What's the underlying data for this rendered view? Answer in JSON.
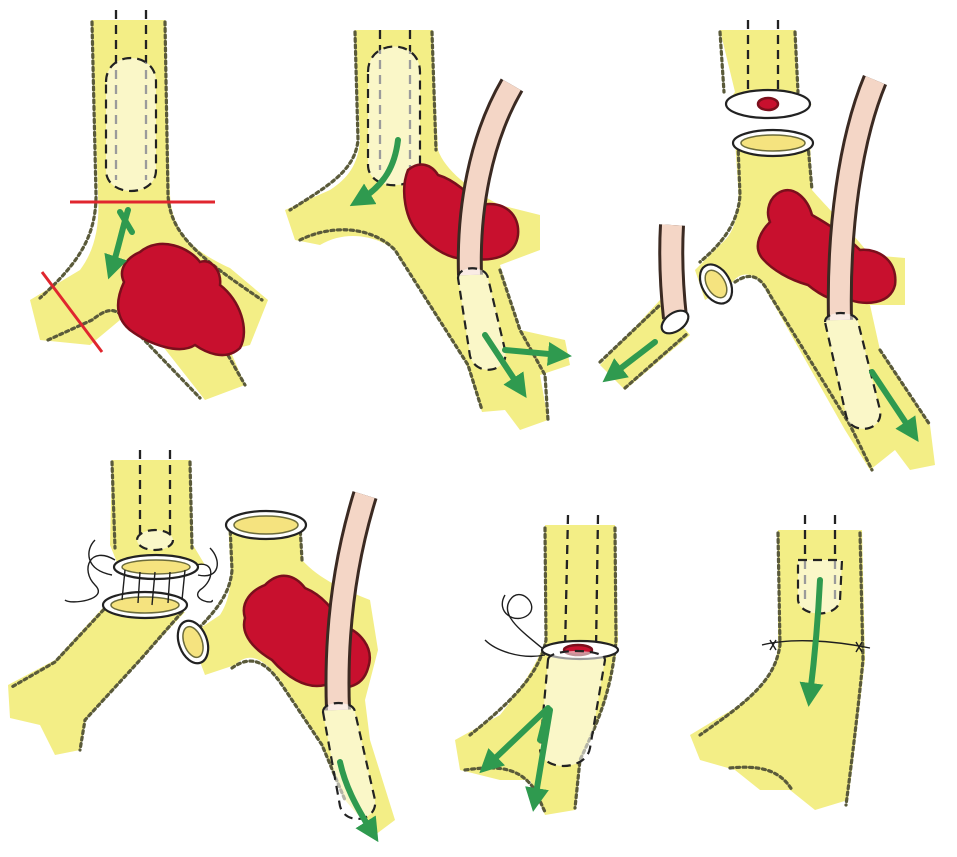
{
  "figure": {
    "panels": [
      {
        "id": "step-1",
        "shows": [
          "trachea",
          "carina",
          "tumor",
          "endotracheal-tube",
          "resection-lines",
          "ventilation-arrow"
        ]
      },
      {
        "id": "step-2",
        "shows": [
          "trachea",
          "tumor",
          "bronchial-catheter",
          "ventilation-arrows"
        ]
      },
      {
        "id": "step-3",
        "shows": [
          "divided-trachea",
          "bronchial-catheters",
          "tumor",
          "ventilation-arrows"
        ]
      },
      {
        "id": "step-4",
        "shows": [
          "tracheal-anastomosis-sutures",
          "tumor",
          "bronchial-catheter"
        ]
      },
      {
        "id": "step-5",
        "shows": [
          "completed-anastomosis",
          "tube-advanced",
          "ventilation-arrows"
        ]
      },
      {
        "id": "step-6",
        "shows": [
          "completed-anastomosis",
          "ventilation-arrow"
        ]
      }
    ],
    "colors": {
      "airway": "#f3ee86",
      "cartilage": "#5a5a3a",
      "tumor": "#c8102e",
      "resection_line": "#e0262e",
      "airflow_arrow": "#2f9a4f",
      "catheter": "#f4d6c6"
    }
  }
}
